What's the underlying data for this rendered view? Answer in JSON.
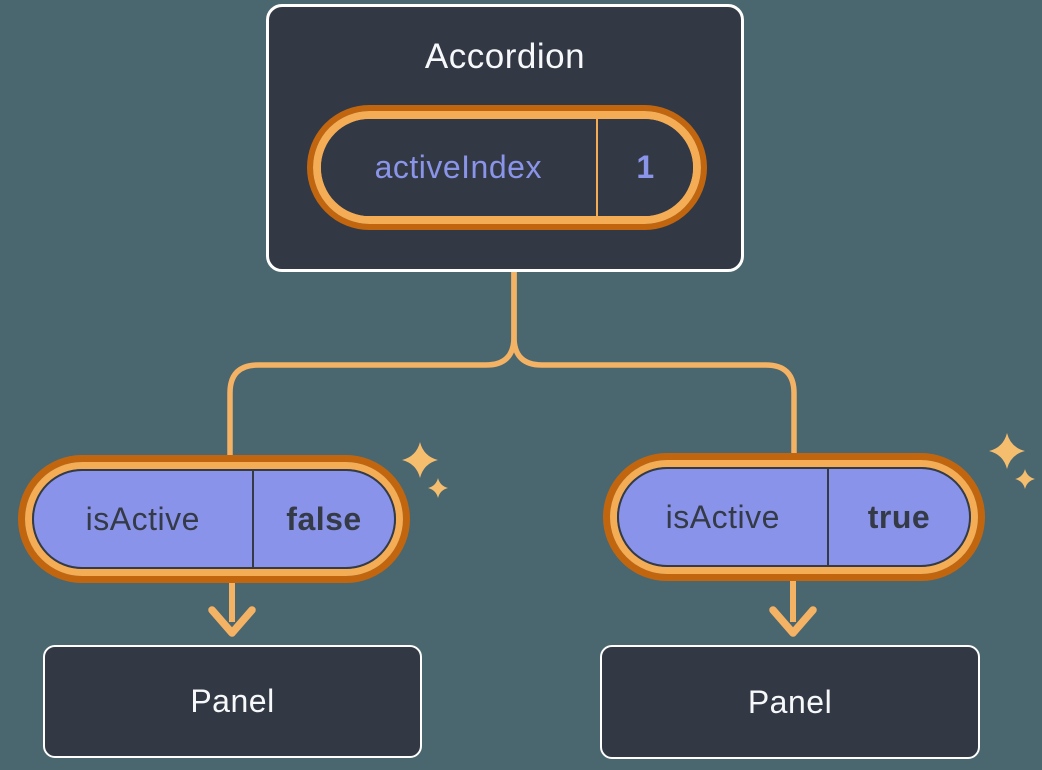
{
  "colors": {
    "bg": "#4A666F",
    "surface": "#323945",
    "border_light": "#FFFFFF",
    "orange_dark": "#C1660F",
    "orange_light": "#F4AC55",
    "line_orange": "#F4B264",
    "sparkle": "#F5BD6E",
    "purple": "#8A93EA",
    "ink": "#343B47",
    "periwinkle": "#8A94E8",
    "text_light": "#F7F8FA"
  },
  "accordion": {
    "title": "Accordion",
    "state_pill": {
      "label": "activeIndex",
      "value": "1"
    }
  },
  "children": [
    {
      "prop_pill": {
        "label": "isActive",
        "value": "false"
      },
      "panel_label": "Panel"
    },
    {
      "prop_pill": {
        "label": "isActive",
        "value": "true"
      },
      "panel_label": "Panel"
    }
  ]
}
